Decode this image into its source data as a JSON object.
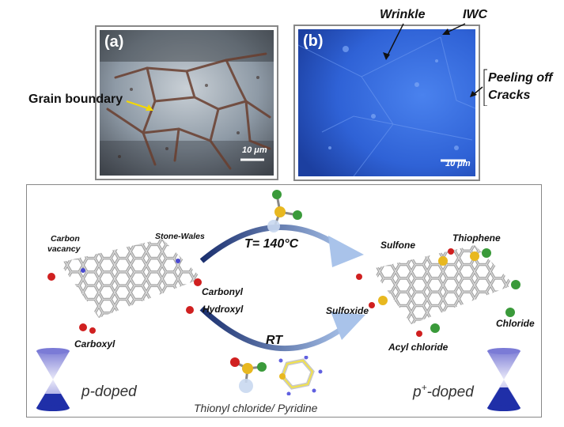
{
  "panel_a": {
    "label": "(a)",
    "scale": "10 μm",
    "annotation": "Grain boundary"
  },
  "panel_b": {
    "label": "(b)",
    "scale": "10 μm",
    "annotations": {
      "wrinkle": "Wrinkle",
      "iwc": "IWC",
      "peeling": "Peeling off",
      "cracks": "Cracks"
    }
  },
  "scheme": {
    "defects": {
      "carbon_vacancy_1": "Carbon",
      "carbon_vacancy_2": "vacancy",
      "stone_wales": "Stone-Wales",
      "carbonyl": "Carbonyl",
      "hydroxyl": "Hydroxyl",
      "carboxyl": "Carboxyl"
    },
    "products": {
      "sulfone": "Sulfone",
      "thiophene": "Thiophene",
      "sulfoxide": "Sulfoxide",
      "chloride": "Chloride",
      "acyl_chloride": "Acyl chloride"
    },
    "condition_top": "T= 140°C",
    "condition_bottom": "RT",
    "reagents": "Thionyl chloride/ Pyridine",
    "left_doping": "p-doped",
    "right_doping_base": "p",
    "right_doping_sup": "+",
    "right_doping_rest": "-doped"
  },
  "colors": {
    "frame": "#888888",
    "panel_b_blue": "#2f62d6",
    "arrow_blue": "#4f7fbf",
    "cone_blue": "#1f2fa8"
  }
}
